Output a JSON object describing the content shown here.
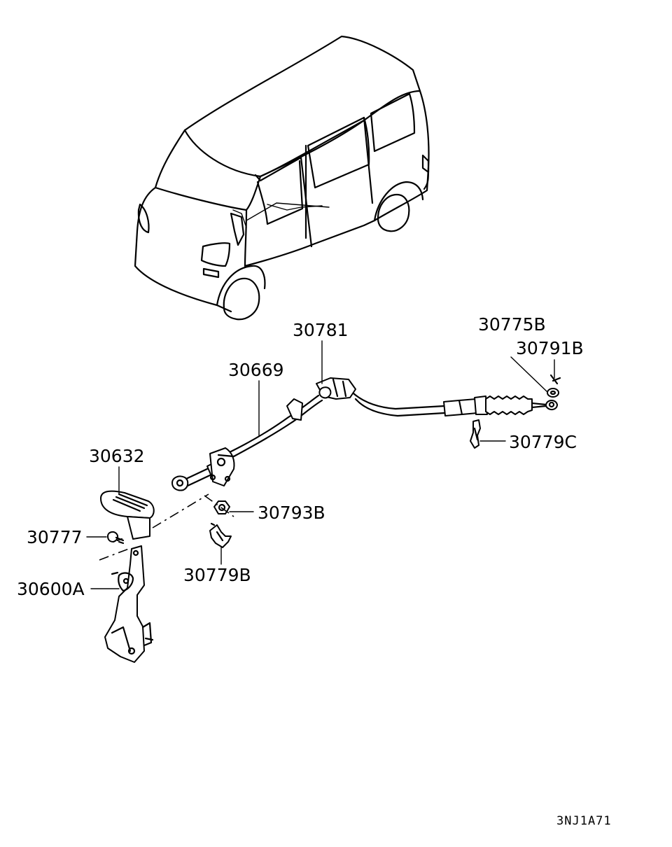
{
  "diagram": {
    "parts": [
      {
        "key": "p30781",
        "number": "30781"
      },
      {
        "key": "p30775B",
        "number": "30775B"
      },
      {
        "key": "p30791B",
        "number": "30791B"
      },
      {
        "key": "p30669",
        "number": "30669"
      },
      {
        "key": "p30779C",
        "number": "30779C"
      },
      {
        "key": "p30632",
        "number": "30632"
      },
      {
        "key": "p30793B",
        "number": "30793B"
      },
      {
        "key": "p30777",
        "number": "30777"
      },
      {
        "key": "p30779B",
        "number": "30779B"
      },
      {
        "key": "p30600A",
        "number": "30600A"
      }
    ],
    "figure_code": "3NJ1A71"
  }
}
